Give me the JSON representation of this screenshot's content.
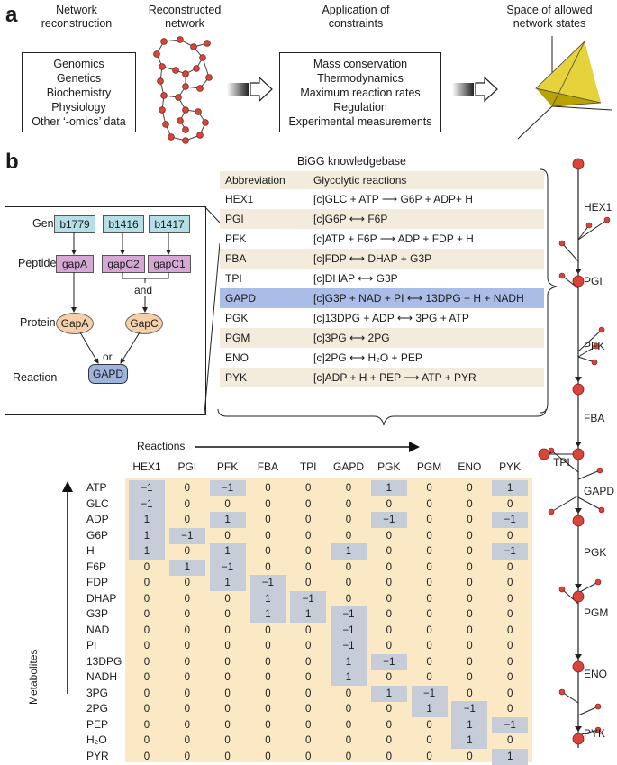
{
  "panel_a": {
    "letter": "a",
    "col1_header": [
      "Network",
      "reconstruction"
    ],
    "col2_header": [
      "Reconstructed",
      "network"
    ],
    "col3_header": [
      "Application of",
      "constraints"
    ],
    "col4_header": [
      "Space of allowed",
      "network states"
    ],
    "data_sources": [
      "Genomics",
      "Genetics",
      "Biochemistry",
      "Physiology",
      "Other ‘-omics’ data"
    ],
    "constraints": [
      "Mass conservation",
      "Thermodynamics",
      "Maximum reaction rates",
      "Regulation",
      "Experimental measurements"
    ]
  },
  "panel_b": {
    "letter": "b",
    "kb_title": "BiGG knowledgebase",
    "gpr": {
      "row_labels": {
        "gene": "Gene",
        "peptide": "Peptide",
        "protein": "Protein",
        "reaction": "Reaction"
      },
      "genes": [
        "b1779",
        "b1416",
        "b1417"
      ],
      "peptides": [
        "gapA",
        "gapC2",
        "gapC1"
      ],
      "and_label": "and",
      "or_label": "or",
      "proteins": [
        "GapA",
        "GapC"
      ],
      "reaction": "GAPD"
    },
    "kb_table": {
      "headers": [
        "Abbreviation",
        "Glycolytic reactions"
      ],
      "rows": [
        {
          "abbr": "HEX1",
          "pre": "[c]GLC + ATP",
          "arrow": "⟶",
          "post": "G6P + ADP+ H"
        },
        {
          "abbr": "PGI",
          "pre": "[c]G6P",
          "arrow": "⟷",
          "post": "F6P"
        },
        {
          "abbr": "PFK",
          "pre": "[c]ATP + F6P",
          "arrow": "⟶",
          "post": "ADP + FDP + H"
        },
        {
          "abbr": "FBA",
          "pre": "[c]FDP",
          "arrow": "⟷",
          "post": "DHAP + G3P"
        },
        {
          "abbr": "TPI",
          "pre": "[c]DHAP",
          "arrow": "⟷",
          "post": "G3P"
        },
        {
          "abbr": "GAPD",
          "pre": "[c]G3P + NAD + PI",
          "arrow": "⟷",
          "post": "13DPG + H + NADH"
        },
        {
          "abbr": "PGK",
          "pre": "[c]13DPG + ADP",
          "arrow": "⟷",
          "post": "3PG + ATP"
        },
        {
          "abbr": "PGM",
          "pre": "[c]3PG",
          "arrow": "⟷",
          "post": "2PG"
        },
        {
          "abbr": "ENO",
          "pre": "[c]2PG",
          "arrow": "⟷",
          "post": "H₂O + PEP"
        },
        {
          "abbr": "PYK",
          "pre": "[c]ADP + H + PEP",
          "arrow": "⟶",
          "post": "ATP + PYR"
        }
      ],
      "highlight": "GAPD"
    },
    "matrix": {
      "reactions_label": "Reactions",
      "metabolites_label": "Metabolites",
      "columns": [
        "HEX1",
        "PGI",
        "PFK",
        "FBA",
        "TPI",
        "GAPD",
        "PGK",
        "PGM",
        "ENO",
        "PYK"
      ],
      "rows": [
        "ATP",
        "GLC",
        "ADP",
        "G6P",
        "H",
        "F6P",
        "FDP",
        "DHAP",
        "G3P",
        "NAD",
        "PI",
        "13DPG",
        "NADH",
        "3PG",
        "2PG",
        "PEP",
        "H₂O",
        "PYR"
      ],
      "values": [
        [
          "−1",
          "0",
          "−1",
          "0",
          "0",
          "0",
          "1",
          "0",
          "0",
          "1"
        ],
        [
          "−1",
          "0",
          "0",
          "0",
          "0",
          "0",
          "0",
          "0",
          "0",
          "0"
        ],
        [
          "1",
          "0",
          "1",
          "0",
          "0",
          "0",
          "−1",
          "0",
          "0",
          "−1"
        ],
        [
          "1",
          "−1",
          "0",
          "0",
          "0",
          "0",
          "0",
          "0",
          "0",
          "0"
        ],
        [
          "1",
          "0",
          "1",
          "0",
          "0",
          "1",
          "0",
          "0",
          "0",
          "−1"
        ],
        [
          "0",
          "1",
          "−1",
          "0",
          "0",
          "0",
          "0",
          "0",
          "0",
          "0"
        ],
        [
          "0",
          "0",
          "1",
          "−1",
          "0",
          "0",
          "0",
          "0",
          "0",
          "0"
        ],
        [
          "0",
          "0",
          "0",
          "1",
          "−1",
          "0",
          "0",
          "0",
          "0",
          "0"
        ],
        [
          "0",
          "0",
          "0",
          "1",
          "1",
          "−1",
          "0",
          "0",
          "0",
          "0"
        ],
        [
          "0",
          "0",
          "0",
          "0",
          "0",
          "−1",
          "0",
          "0",
          "0",
          "0"
        ],
        [
          "0",
          "0",
          "0",
          "0",
          "0",
          "−1",
          "0",
          "0",
          "0",
          "0"
        ],
        [
          "0",
          "0",
          "0",
          "0",
          "0",
          "1",
          "−1",
          "0",
          "0",
          "0"
        ],
        [
          "0",
          "0",
          "0",
          "0",
          "0",
          "1",
          "0",
          "0",
          "0",
          "0"
        ],
        [
          "0",
          "0",
          "0",
          "0",
          "0",
          "0",
          "1",
          "−1",
          "0",
          "0"
        ],
        [
          "0",
          "0",
          "0",
          "0",
          "0",
          "0",
          "0",
          "1",
          "−1",
          "0"
        ],
        [
          "0",
          "0",
          "0",
          "0",
          "0",
          "0",
          "0",
          "0",
          "1",
          "−1"
        ],
        [
          "0",
          "0",
          "0",
          "0",
          "0",
          "0",
          "0",
          "0",
          "1",
          "0"
        ],
        [
          "0",
          "0",
          "0",
          "0",
          "0",
          "0",
          "0",
          "0",
          "0",
          "1"
        ]
      ],
      "colors": {
        "background": "#fbe9c6",
        "nonzero": "#c6ccd8"
      }
    },
    "pathway_labels": [
      "HEX1",
      "PGI",
      "PFK",
      "FBA",
      "TPI",
      "GAPD",
      "PGK",
      "PGM",
      "ENO",
      "PYK"
    ]
  },
  "colors": {
    "node": "#d9453a",
    "gene": "#b5dfe6",
    "peptide": "#d6a8d6",
    "protein": "#f5d0a8",
    "reaction": "#9fb4da",
    "kb_row": "#f3ecdd",
    "kb_highlight": "#a9bde6"
  }
}
